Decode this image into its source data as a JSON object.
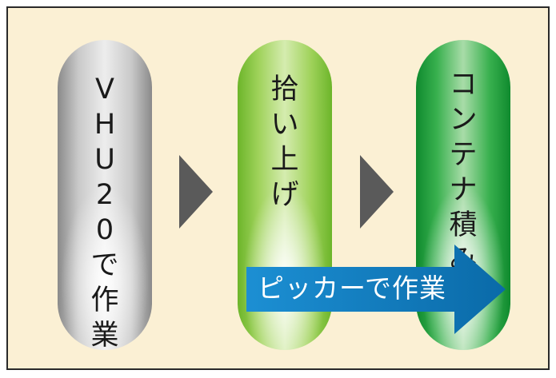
{
  "steps": [
    {
      "chars": [
        "V",
        "H",
        "U",
        "2",
        "0",
        "で",
        "作",
        "業"
      ],
      "color": "#c9c9c9"
    },
    {
      "chars": [
        "拾",
        "い",
        "上",
        "げ"
      ],
      "color": "#9fd25a"
    },
    {
      "chars": [
        "コ",
        "ン",
        "テ",
        "ナ",
        "積",
        "み"
      ],
      "color": "#38b04e"
    }
  ],
  "arrow": {
    "label": "ピッカーで作業",
    "color": "#0a7ec2"
  },
  "colors": {
    "background": "#fbf0d4",
    "triangle": "#5a5a5a"
  }
}
